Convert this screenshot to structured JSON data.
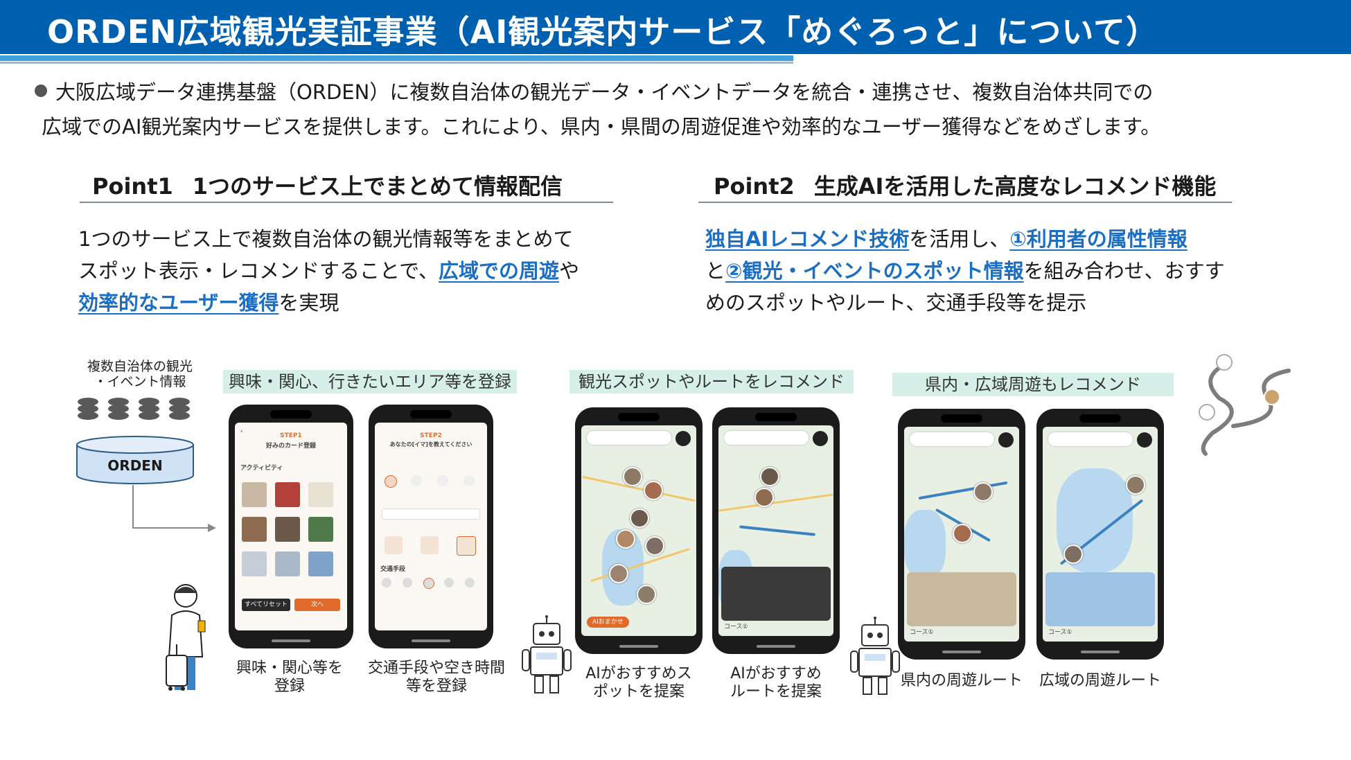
{
  "header": {
    "title": "ORDEN広域観光実証事業（AI観光案内サービス「めぐろっと」について）"
  },
  "intro": {
    "line1": "大阪広域データ連携基盤（ORDEN）に複数自治体の観光データ・イベントデータを統合・連携させ、複数自治体共同での",
    "line2": "広域でのAI観光案内サービスを提供します。これにより、県内・県間の周遊促進や効率的なユーザー獲得などをめざします。"
  },
  "point1": {
    "label": "Point1",
    "heading": "1つのサービス上でまとめて情報配信",
    "body_1": "1つのサービス上で複数自治体の観光情報等をまとめて",
    "body_2a": "スポット表示・レコメンドすることで、",
    "body_2b": "広域での周遊",
    "body_2c": "や",
    "body_3a": "効率的なユーザー獲得",
    "body_3b": "を実現"
  },
  "point2": {
    "label": "Point2",
    "heading": "生成AIを活用した高度なレコメンド機能",
    "body_1a": "独自AIレコメンド技術",
    "body_1b": "を活用し、",
    "body_1c": "①利用者の属性情報",
    "body_2a": "と",
    "body_2b": "②観光・イベントのスポット情報",
    "body_2c": "を組み合わせ、おすす",
    "body_3": "めのスポットやルート、交通手段等を提示"
  },
  "flow": {
    "source_label_1": "複数自治体の観光",
    "source_label_2": "・イベント情報",
    "db_label": "ORDEN",
    "step1_label": "興味・関心、行きたいエリア等を登録",
    "step2_label": "観光スポットやルートをレコメンド",
    "step3_label": "県内・広域周遊もレコメンド"
  },
  "phones": [
    {
      "caption_1": "興味・関心等を",
      "caption_2": "登録",
      "step": "STEP1",
      "title": "好みのカード登録",
      "section": "アクティビティ",
      "btn_reset": "すべてリセット",
      "btn_next": "次へ"
    },
    {
      "caption_1": "交通手段や空き時間",
      "caption_2": "等を登録",
      "step": "STEP2",
      "title": "あなたの[イマ]を教えてください",
      "section": "交通手段"
    },
    {
      "caption_1": "AIがおすすめス",
      "caption_2": "ポットを提案",
      "ai_button": "AIおまかせ"
    },
    {
      "caption_1": "AIがおすすめ",
      "caption_2": "ルートを提案",
      "course": "コース①"
    },
    {
      "caption_1": "県内の周遊ルート",
      "caption_2": "",
      "course": "コース①"
    },
    {
      "caption_1": "広域の周遊ルート",
      "caption_2": "",
      "course": "コース①"
    }
  ],
  "colors": {
    "header_bg": "#0060b0",
    "accent_link": "#1a6fc4",
    "step_label_bg": "#d6efe8",
    "db_fill": "#cfe2f6"
  }
}
